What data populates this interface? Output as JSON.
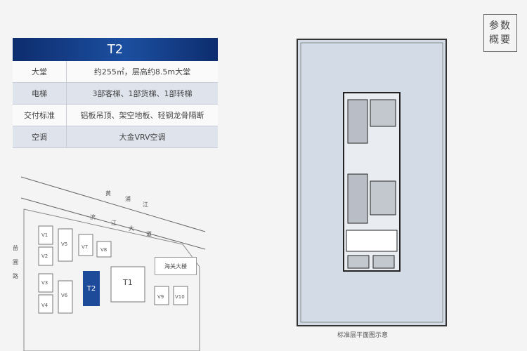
{
  "badge": {
    "line1": "参数",
    "line2": "概要"
  },
  "spec": {
    "title": "T2",
    "rows": [
      {
        "key": "大堂",
        "value": "约255㎡，层高约8.5m大堂"
      },
      {
        "key": "电梯",
        "value": "3部客梯、1部货梯、1部转梯"
      },
      {
        "key": "交付标准",
        "value": "铝板吊顶、架空地板、轻钢龙骨隔断"
      },
      {
        "key": "空调",
        "value": "大金VRV空调"
      }
    ]
  },
  "sitemap": {
    "road_river": [
      "黄",
      "浦",
      "江"
    ],
    "road_binjiang": [
      "滨",
      "江",
      "大",
      "道"
    ],
    "road_miaopu": [
      "苗",
      "圃",
      "路"
    ],
    "villas": [
      "V1",
      "V2",
      "V3",
      "V4",
      "V5",
      "V6",
      "V7",
      "V8",
      "V9",
      "V10"
    ],
    "t2": "T2",
    "t1": "T1",
    "haiguan": "海关大楼"
  },
  "floorplan": {
    "caption": "标准层平面图示意"
  },
  "colors": {
    "accent": "#1e4a9a",
    "floor_fill": "#d3dce6"
  }
}
